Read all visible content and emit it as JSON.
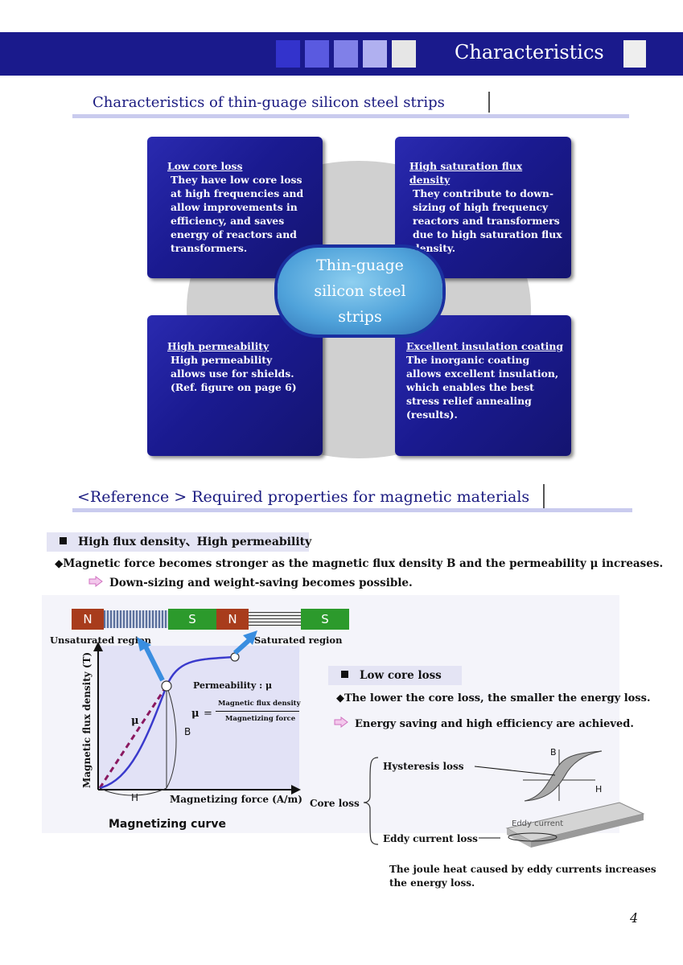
{
  "header": {
    "title": "Characteristics",
    "square_colors": [
      "#3333cc",
      "#5a5ae0",
      "#8080e8",
      "#b0b0f0",
      "#e6e6e6"
    ]
  },
  "section1": {
    "title": "Characteristics of thin-guage silicon steel strips",
    "center_label_lines": [
      "Thin-guage",
      "silicon steel",
      "strips"
    ],
    "boxes": [
      {
        "heading": "Low core loss",
        "lines": [
          "They have low core loss",
          "at high frequencies and",
          "allow improvements in",
          "efficiency, and saves",
          "energy of reactors and",
          "transformers."
        ]
      },
      {
        "heading": "High saturation flux density",
        "lines": [
          "They contribute to down-",
          "sizing of high frequency",
          "reactors and transformers",
          "due to high saturation flux",
          "density."
        ]
      },
      {
        "heading": "High permeability",
        "lines": [
          "High permeability",
          "allows use for shields.",
          "(Ref. figure on page 6)"
        ]
      },
      {
        "heading": "Excellent insulation coating",
        "lines": [
          "The inorganic coating",
          "allows excellent insulation,",
          "which enables the best",
          "stress relief annealing",
          "(results)."
        ]
      }
    ]
  },
  "section2": {
    "title": "<Reference >   Required properties for magnetic materials",
    "flux_heading": "High flux density、High permeability",
    "flux_point": "◆Magnetic force becomes stronger as the magnetic flux density B and the permeability μ increases.",
    "flux_result": "Down-sizing and weight-saving becomes possible.",
    "magnets": {
      "n": "N",
      "s": "S"
    },
    "curve": {
      "unsaturated": "Unsaturated region",
      "saturated": "Saturated region",
      "ylabel": "Magnetic flux density (T)",
      "xlabel": "Magnetizing force (A/m)",
      "caption": "Magnetizing curve",
      "permeability_label": "Permeability : μ",
      "mu": "μ",
      "equals": "=",
      "numerator": "Magnetic flux density",
      "denominator": "Magnetizing force",
      "b_label": "B",
      "h_label": "H"
    },
    "core": {
      "heading": "Low core loss",
      "point": "◆The lower the core loss, the smaller the energy loss.",
      "result": "Energy saving and high efficiency are achieved.",
      "core_loss_label": "Core loss",
      "hysteresis": "Hysteresis loss",
      "eddy": "Eddy current loss",
      "eddy_current": "Eddy current",
      "b_axis": "B",
      "h_axis": "H",
      "note_lines": [
        "The joule heat caused by eddy currents increases",
        "the energy loss."
      ]
    }
  },
  "page_number": "4",
  "colors": {
    "navy": "#1a1a8c",
    "lavender": "#c9cbee",
    "arrow_pink": "#e89ad8",
    "blue_arrow": "#3a8ee0"
  }
}
